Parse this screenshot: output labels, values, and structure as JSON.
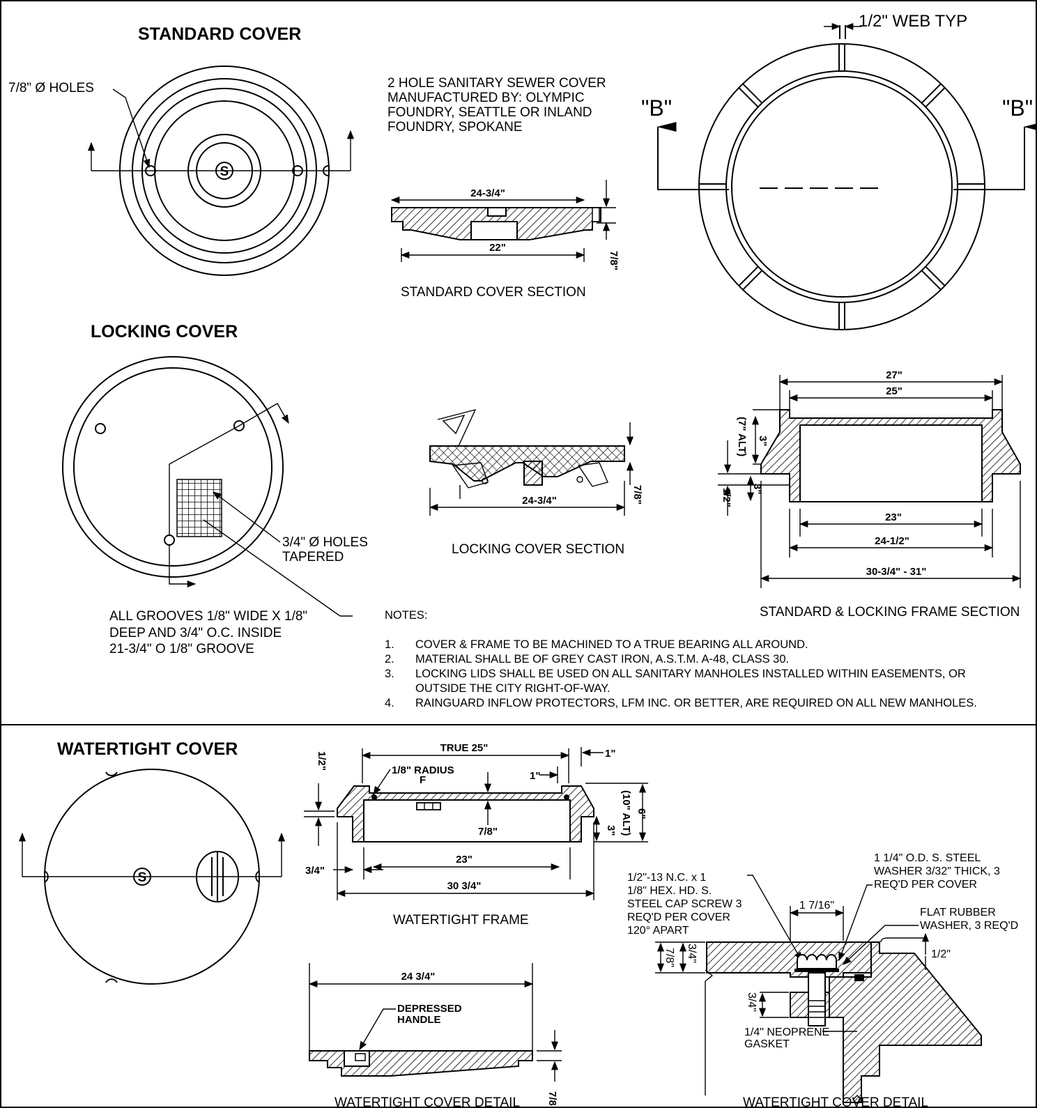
{
  "titles": {
    "standard_cover": "STANDARD COVER",
    "locking_cover": "LOCKING COVER",
    "watertight_cover": "WATERTIGHT COVER"
  },
  "symbols": {
    "sewer_s": "S",
    "section_mark": "\"B\""
  },
  "standard": {
    "holes_label": "7/8\" Ø HOLES",
    "manufacturer": [
      "2 HOLE SANITARY SEWER COVER",
      "MANUFACTURED BY:  OLYMPIC",
      "FOUNDRY, SEATTLE OR INLAND",
      "FOUNDRY, SPOKANE"
    ],
    "dim_top": "24-3/4\"",
    "dim_bottom": "22\"",
    "dim_side": "7/8\"",
    "section_title": "STANDARD  COVER  SECTION",
    "web_label": "1/2\"  WEB  TYP"
  },
  "locking": {
    "holes_label": [
      "3/4\" Ø  HOLES",
      "TAPERED"
    ],
    "grooves_note": [
      "ALL  GROOVES  1/8\"  WIDE  X  1/8\"",
      "DEEP  AND  3/4\"  O.C.  INSIDE",
      "21-3/4\"  O  1/8\"    GROOVE"
    ],
    "dim_bottom": "24-3/4\"",
    "dim_side": "7/8\"",
    "section_title": "LOCKING  COVER  SECTION"
  },
  "frame": {
    "dim_27": "27\"",
    "dim_25": "25\"",
    "dim_3": "3\"",
    "dim_7alt": "(7\" ALT)",
    "dim_3b": "3\"",
    "dim_half": "1/2\"",
    "dim_23": "23\"",
    "dim_24half": "24-1/2\"",
    "dim_30": "30-3/4\"  -  31\"",
    "section_title": "STANDARD  &  LOCKING  FRAME  SECTION"
  },
  "notes": {
    "heading": "NOTES:",
    "items": [
      {
        "num": "1.",
        "lines": [
          "COVER & FRAME TO BE MACHINED TO A TRUE BEARING ALL AROUND."
        ]
      },
      {
        "num": "2.",
        "lines": [
          "MATERIAL SHALL BE OF GREY CAST IRON, A.S.T.M. A-48, CLASS 30."
        ]
      },
      {
        "num": "3.",
        "lines": [
          "LOCKING LIDS SHALL BE USED ON ALL SANITARY MANHOLES INSTALLED WITHIN EASEMENTS, OR",
          "OUTSIDE THE CITY RIGHT-OF-WAY."
        ]
      },
      {
        "num": "4.",
        "lines": [
          "RAINGUARD INFLOW PROTECTORS, LFM INC. OR BETTER, ARE REQUIRED ON ALL NEW MANHOLES."
        ]
      }
    ]
  },
  "watertight_frame": {
    "true25": "TRUE  25\"",
    "radius": "1/8\"  RADIUS",
    "f": "F",
    "one_a": "1\"",
    "one_b": "1\"",
    "half": "1/2\"",
    "seven_eighths": "7/8\"",
    "ten_alt": "(10\" ALT)",
    "six": "6\"",
    "three": "3\"",
    "three_quarter": "3/4\"",
    "twentythree": "23\"",
    "thirty": "30  3/4\"",
    "title": "WATERTIGHT  FRAME"
  },
  "watertight_cover_detail": {
    "dim_top": "24  3/4\"",
    "handle": [
      "DEPRESSED",
      "HANDLE"
    ],
    "dim_side": "7/8\"",
    "title": "WATERTIGHT  COVER  DETAIL"
  },
  "watertight_detail": {
    "screw_note": [
      "1/2\"-13  N.C.  x  1",
      "1/8\"   HEX.  HD.  S.",
      "STEEL  CAP  SCREW  3",
      "REQ'D  PER  COVER",
      "120°   APART"
    ],
    "washer_note": [
      "1  1/4\"  O.D.  S.  STEEL",
      "WASHER  3/32\"  THICK,  3",
      "REQ'D  PER   COVER"
    ],
    "rubber_note": [
      "FLAT  RUBBER",
      "WASHER,  3  REQ'D"
    ],
    "dim_716": "1  7/16\"",
    "dim_half": "1/2\"",
    "dim_78": "7/8\"",
    "dim_34a": "3/4\"",
    "dim_34b": "3/4\"",
    "gasket": [
      "1/4\"  NEOPRENE",
      "GASKET"
    ],
    "title": "WATERTIGHT  COVER  DETAIL"
  }
}
